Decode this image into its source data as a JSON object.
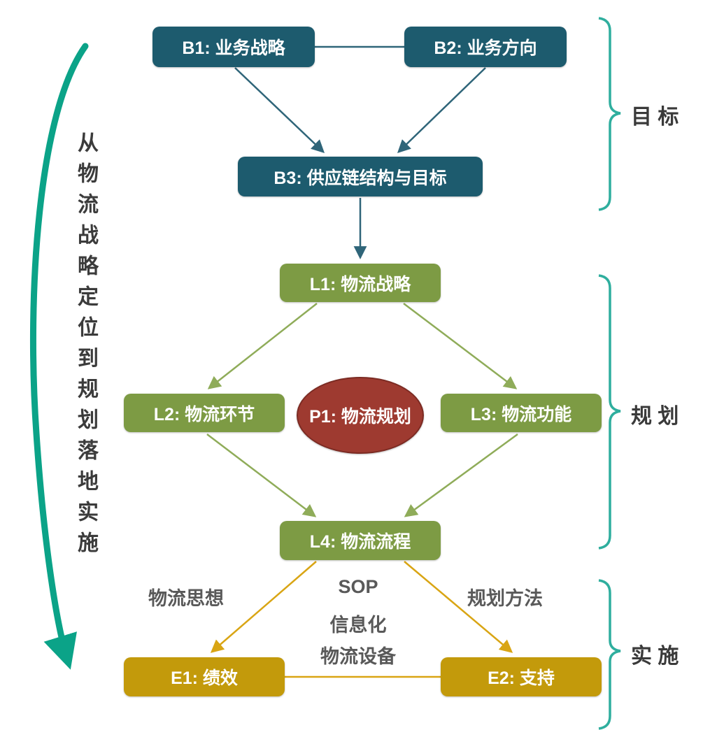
{
  "nodes": {
    "b1": "B1: 业务战略",
    "b2": "B2: 业务方向",
    "b3": "B3: 供应链结构与目标",
    "l1": "L1: 物流战略",
    "l2": "L2: 物流环节",
    "l3": "L3: 物流功能",
    "p1": "P1: 物流规划",
    "l4": "L4: 物流流程",
    "e1": "E1: 绩效",
    "e2": "E2: 支持"
  },
  "annotations": {
    "left": "物流思想",
    "sop": "SOP",
    "informatization": "信息化",
    "equipment": "物流设备",
    "right": "规划方法"
  },
  "side_arrow_label": "从物流战略定位到规划落地实施",
  "sections": {
    "goal": "目 标",
    "plan": "规 划",
    "implement": "实 施"
  },
  "colors": {
    "business_box": "#1d5b6e",
    "logistics_box": "#7d9b44",
    "planning_ellipse": "#9e3a30",
    "execution_box": "#c39a0b",
    "business_arrow": "#2f6579",
    "logistics_arrow": "#8fac59",
    "execution_arrow": "#d9a514",
    "bracket": "#2fae9e",
    "side_arrow": "#0ba388",
    "annotation_text": "#595959",
    "section_text": "#3a3a3a"
  }
}
